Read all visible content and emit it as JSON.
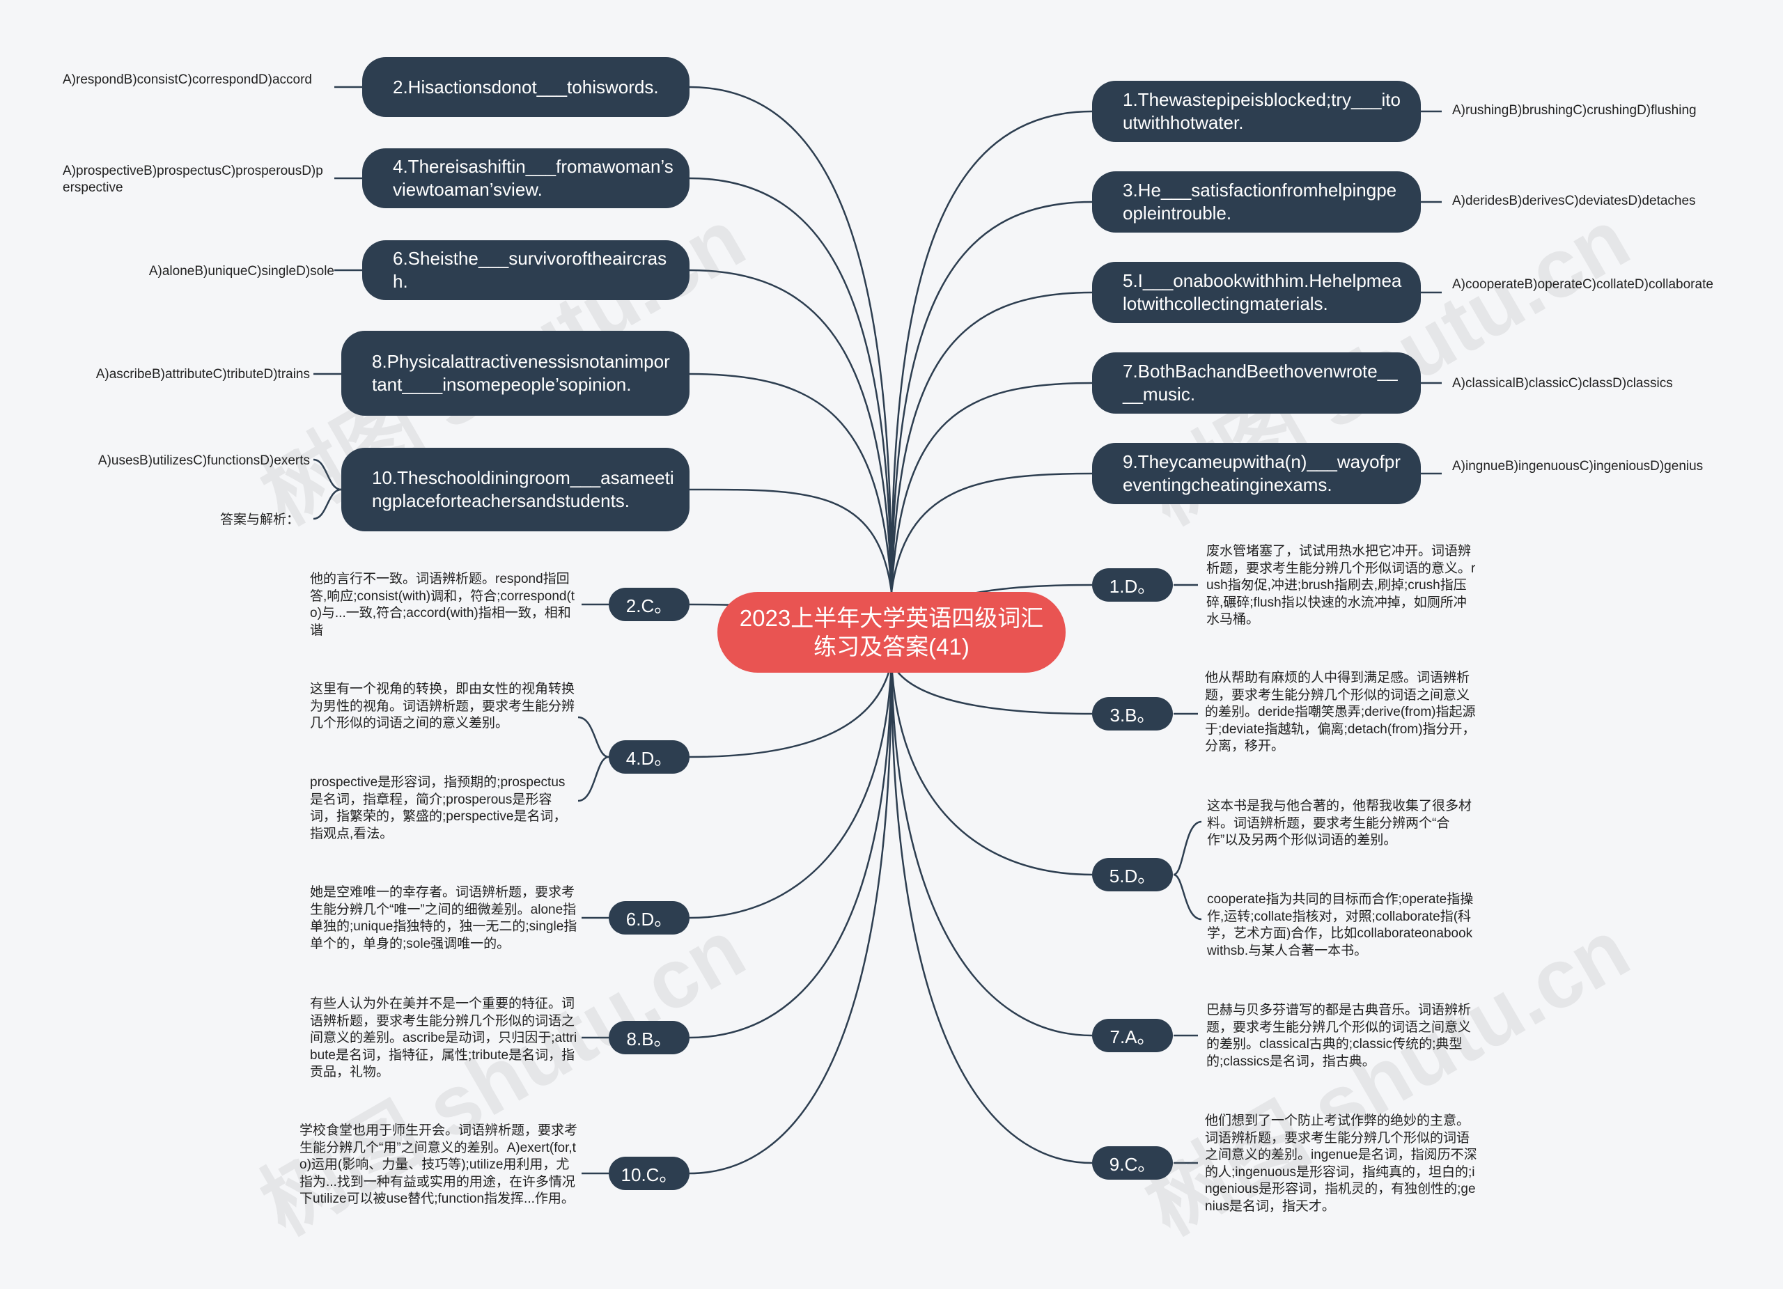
{
  "center": "2023上半年大学英语四级词汇练习及答案(41)",
  "questions": {
    "q1": "1.Thewastepipeisblocked;try___itoutwithhotwater.",
    "q2": "2.Hisactionsdonot___tohiswords.",
    "q3": "3.He___satisfactionfromhelpingpeopleintrouble.",
    "q4": "4.Thereisashiftin___fromawoman’sviewtoaman’sview.",
    "q5": "5.I___onabookwithhim.Hehelpmealotwithcollectingmaterials.",
    "q6": "6.Sheisthe___survivoroftheaircrash.",
    "q7": "7.BothBachandBeethovenwrote____music.",
    "q8": "8.Physicalattractivenessisnotanimportant____insomepeople’sopinion.",
    "q9": "9.Theycameupwitha(n)___wayofpreventingcheatinginexams.",
    "q10": "10.Theschooldiningroom___asameetingplaceforteachersandstudents."
  },
  "options": {
    "o1": "A)rushingB)brushingC)crushingD)flushing",
    "o2": "A)respondB)consistC)correspondD)accord",
    "o3": "A)deridesB)derivesC)deviatesD)detaches",
    "o4": "A)prospectiveB)prospectusC)prosperousD)perspective",
    "o5": "A)cooperateB)operateC)collateD)collaborate",
    "o6": "A)aloneB)uniqueC)singleD)sole",
    "o7": "A)classicalB)classicC)classD)classics",
    "o8": "A)ascribeB)attributeC)tributeD)trains",
    "o9": "A)ingnueB)ingenuousC)ingeniousD)genius",
    "o10": "A)usesB)utilizesC)functionsD)exerts",
    "answer_label": "答案与解析："
  },
  "answers": {
    "a1": "1.D。",
    "a2": "2.C。",
    "a3": "3.B。",
    "a4": "4.D。",
    "a5": "5.D。",
    "a6": "6.D。",
    "a7": "7.A。",
    "a8": "8.B。",
    "a9": "9.C。",
    "a10": "10.C。"
  },
  "explanations": {
    "e1": "废水管堵塞了，试试用热水把它冲开。词语辨析题，要求考生能分辨几个形似词语的意义。rush指匆促,冲进;brush指刷去,刷掉;crush指压碎,碾碎;flush指以快速的水流冲掉，如厕所冲水马桶。",
    "e2": "他的言行不一致。词语辨析题。respond指回答,响应;consist(with)调和，符合;correspond(to)与...一致,符合;accord(with)指相一致，相和谐",
    "e3": "他从帮助有麻烦的人中得到满足感。词语辨析题，要求考生能分辨几个形似的词语之间意义的差别。deride指嘲笑愚弄;derive(from)指起源于;deviate指越轨，偏离;detach(from)指分开，分离，移开。",
    "e4a": "这里有一个视角的转换，即由女性的视角转换为男性的视角。词语辨析题，要求考生能分辨几个形似的词语之间的意义差别。",
    "e4b": "prospective是形容词，指预期的;prospectus是名词，指章程，简介;prosperous是形容词，指繁荣的，繁盛的;perspective是名词，指观点,看法。",
    "e5a": "这本书是我与他合著的，他帮我收集了很多材料。词语辨析题，要求考生能分辨两个“合作”以及另两个形似词语的差别。",
    "e5b": "cooperate指为共同的目标而合作;operate指操作,运转;collate指核对，对照;collaborate指(科学，艺术方面)合作，比如collaborateonabookwithsb.与某人合著一本书。",
    "e6": "她是空难唯一的幸存者。词语辨析题，要求考生能分辨几个“唯一”之间的细微差别。alone指单独的;unique指独特的，独一无二的;single指单个的，单身的;sole强调唯一的。",
    "e7": "巴赫与贝多芬谱写的都是古典音乐。词语辨析题，要求考生能分辨几个形似的词语之间意义的差别。classical古典的;classic传统的;典型的;classics是名词，指古典。",
    "e8": "有些人认为外在美并不是一个重要的特征。词语辨析题，要求考生能分辨几个形似的词语之间意义的差别。ascribe是动词，只归因于;attribute是名词，指特征，属性;tribute是名词，指贡品，礼物。",
    "e9": "他们想到了一个防止考试作弊的绝妙的主意。词语辨析题，要求考生能分辨几个形似的词语之间意义的差别。ingenue是名词，指阅历不深的人;ingenuous是形容词，指纯真的，坦白的;ingenious是形容词，指机灵的，有独创性的;genius是名词，指天才。",
    "e10": "学校食堂也用于师生开会。词语辨析题，要求考生能分辨几个“用”之间意义的差别。A)exert(for,to)运用(影响、力量、技巧等);utilize用利用，尤指为...找到一种有益或实用的用途，在许多情况下utilize可以被use替代;function指发挥...作用。"
  },
  "watermark": "树图 shutu.cn",
  "colors": {
    "node": "#2d3e50",
    "center": "#e95452",
    "line": "#2d3e50"
  }
}
